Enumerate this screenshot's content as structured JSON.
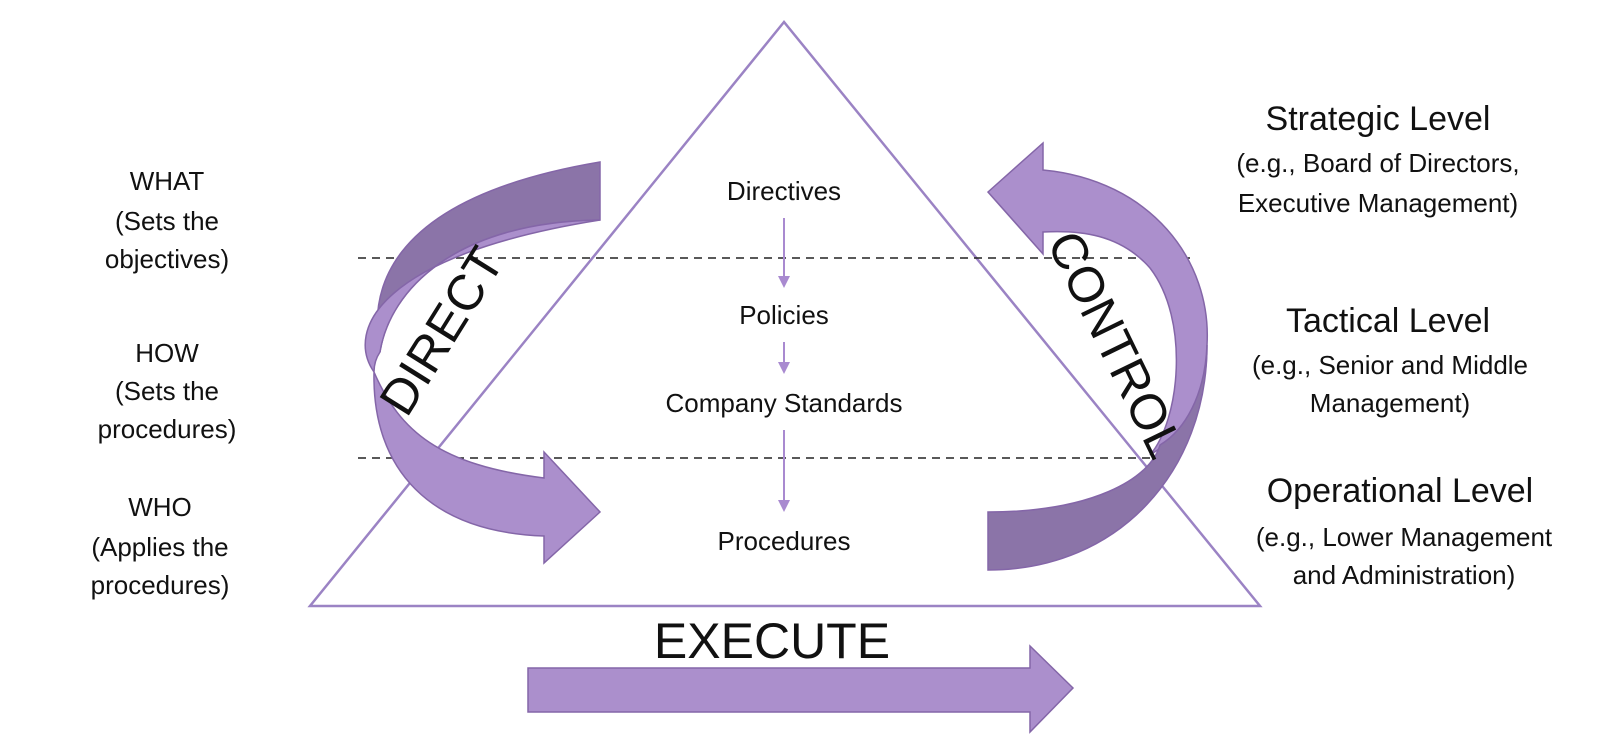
{
  "colors": {
    "triangle_stroke": "#9b83c4",
    "arrow_light": "#ab8fcc",
    "arrow_dark": "#8b74a8",
    "arrow_outline": "#8466a8",
    "flow_arrow": "#a98ad0",
    "dashed_line": "#222222",
    "text": "#111111"
  },
  "left_labels": [
    {
      "lines": [
        "WHAT",
        "(Sets the",
        "objectives)"
      ]
    },
    {
      "lines": [
        "HOW",
        "(Sets the",
        "procedures)"
      ]
    },
    {
      "lines": [
        "WHO",
        "(Applies the",
        "procedures)"
      ]
    }
  ],
  "right_labels": [
    {
      "title": "Strategic Level",
      "lines": [
        "(e.g., Board of Directors,",
        "Executive Management)"
      ]
    },
    {
      "title": "Tactical Level",
      "lines": [
        "(e.g., Senior and Middle",
        "Management)"
      ]
    },
    {
      "title": "Operational Level",
      "lines": [
        "(e.g., Lower Management",
        "and Administration)"
      ]
    }
  ],
  "hierarchy": [
    "Directives",
    "Policies",
    "Company Standards",
    "Procedures"
  ],
  "arrows": {
    "direct": "DIRECT",
    "control": "CONTROL",
    "execute": "EXECUTE"
  }
}
